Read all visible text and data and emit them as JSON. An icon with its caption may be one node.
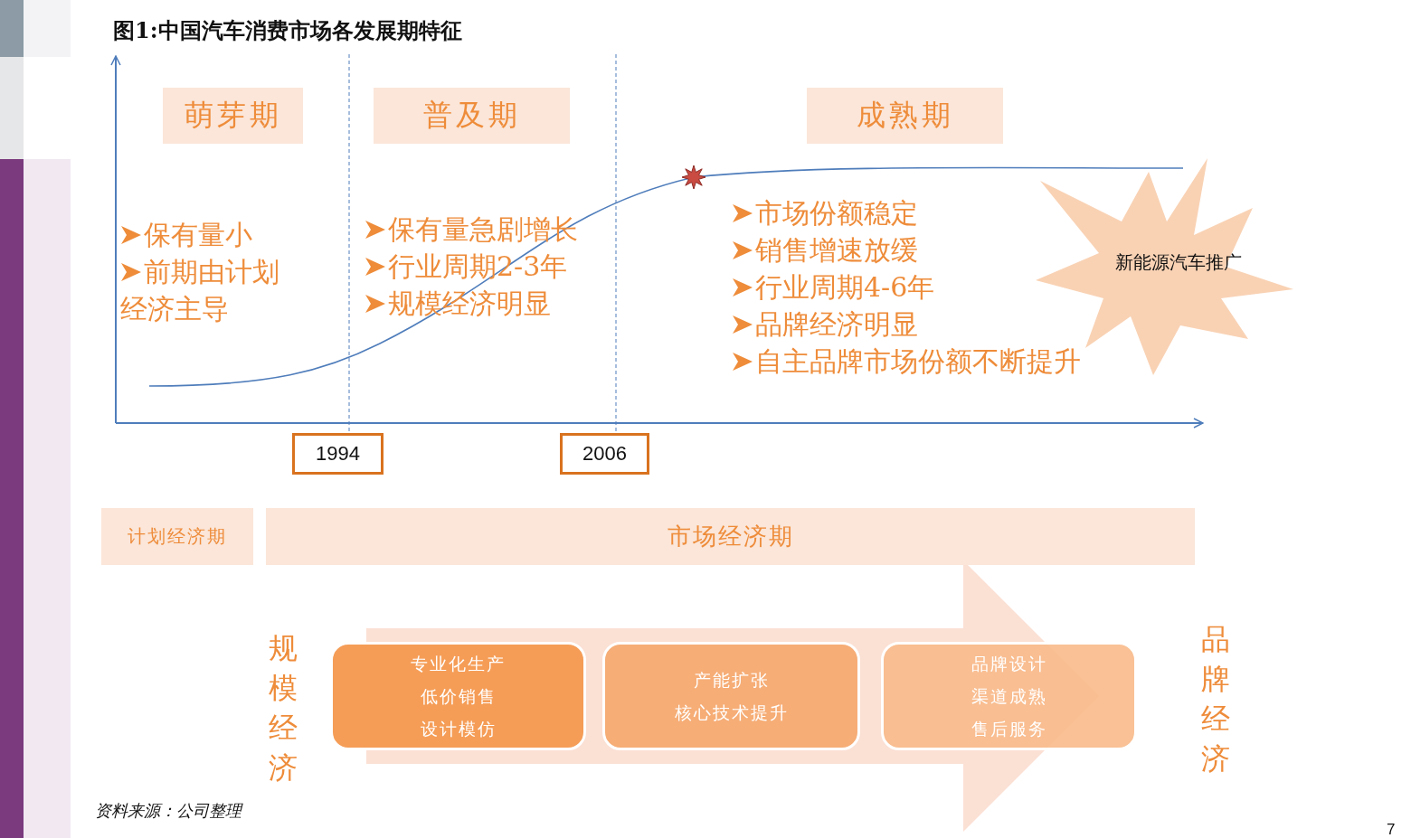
{
  "diagram": {
    "title": "图1:中国汽车消费市场各发展期特征",
    "nodes": [
      {
        "text": [
          "萌芽期"
        ]
      },
      {
        "text": [
          "普及期"
        ]
      },
      {
        "text": [
          "成熟期"
        ]
      },
      {
        "text": [
          "新能源汽车推广"
        ]
      },
      {
        "text": [
          "1994"
        ]
      },
      {
        "text": [
          "2006"
        ]
      },
      {
        "text": [
          "计划经济期"
        ]
      },
      {
        "text": [
          "市场经济期"
        ]
      },
      {
        "text": [
          "专业化生产",
          "低价销售",
          "设计模仿"
        ]
      },
      {
        "text": [
          "产能扩张",
          "核心技术提升"
        ]
      },
      {
        "text": [
          "品牌设计",
          "渠道成熟",
          "售后服务"
        ]
      }
    ],
    "edges": [
      {
        "from": 8,
        "to": 10,
        "arrow": "to"
      }
    ],
    "labels": [
      "保有量小",
      "前期由计划经济主导",
      "保有量急剧增长",
      "行业周期2-3年",
      "规模经济明显",
      "市场份额稳定",
      "销售增速放缓",
      "行业周期4-6年",
      "品牌经济明显",
      "自主品牌市场份额不断提升",
      "规模经济",
      "品牌经济",
      "资料来源：公司整理",
      "7"
    ]
  }
}
